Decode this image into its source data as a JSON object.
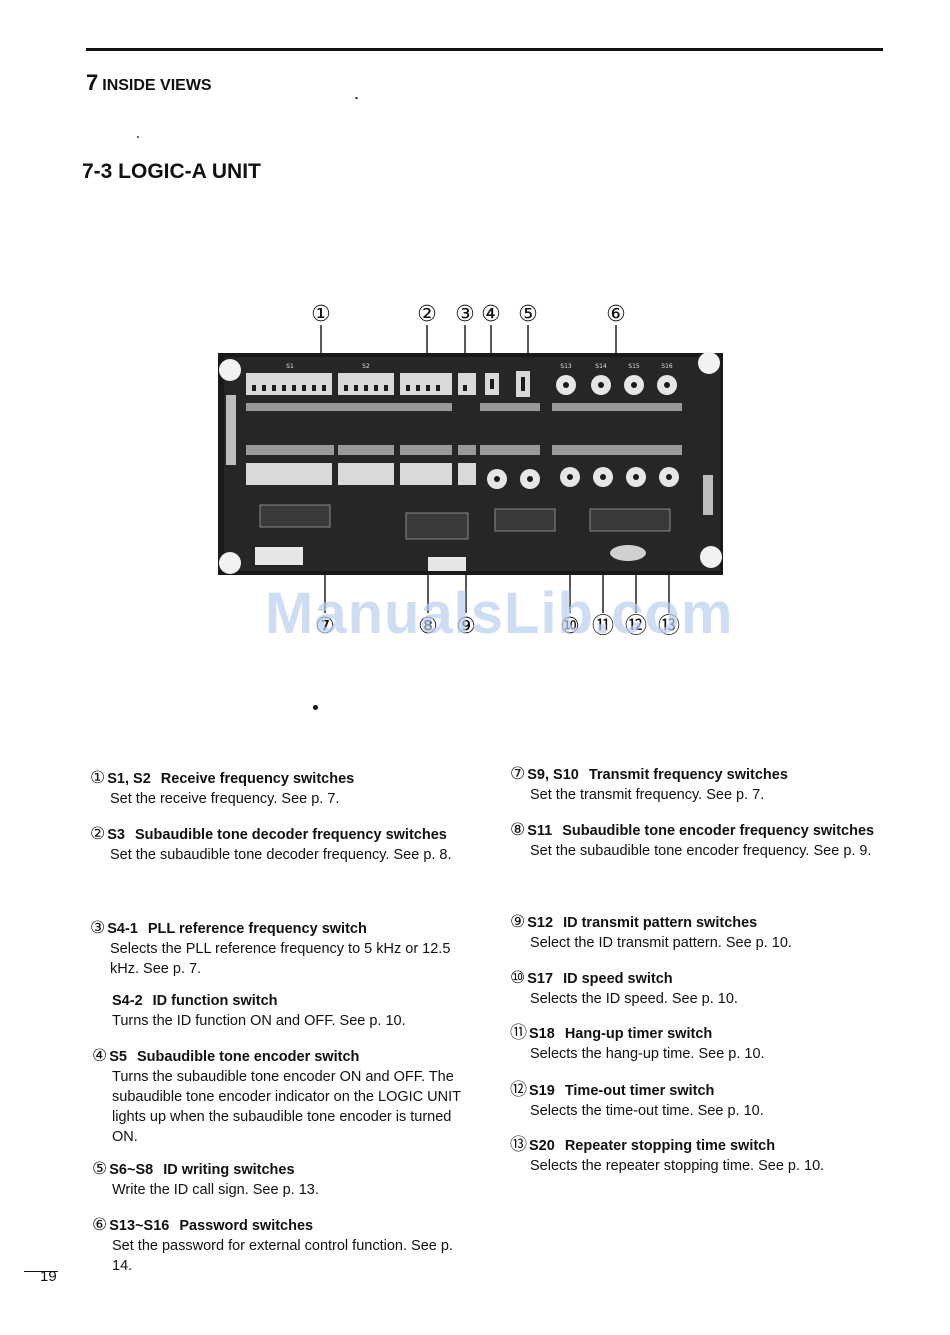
{
  "header": {
    "section_number": "7",
    "section_title": "INSIDE VIEWS"
  },
  "title": "7-3 LOGIC-A UNIT",
  "figure": {
    "top_callouts": [
      "①",
      "②",
      "③",
      "④",
      "⑤",
      "⑥"
    ],
    "bottom_callouts": [
      "⑦",
      "⑧",
      "⑨",
      "⑩",
      "⑪",
      "⑫",
      "⑬"
    ],
    "board_labels": [
      "S1",
      "S2",
      "S13",
      "S14",
      "S15",
      "S16"
    ],
    "watermark": "ManualsLib.com"
  },
  "left_items": [
    {
      "num": "①",
      "id": "S1, S2",
      "title": "Receive frequency switches",
      "desc": "Set the receive frequency.  See p. 7."
    },
    {
      "num": "②",
      "id": "S3",
      "title": "Subaudible tone decoder frequency switches",
      "desc": "Set the subaudible tone decoder frequency.  See p. 8."
    },
    {
      "num": "③",
      "id": "S4-1",
      "title": "PLL reference frequency switch",
      "desc": "Selects the PLL reference frequency to 5 kHz or 12.5 kHz.  See p. 7."
    },
    {
      "num": "",
      "id": "S4-2",
      "title": "ID function switch",
      "desc": "Turns the ID function ON and OFF.  See p. 10."
    },
    {
      "num": "④",
      "id": "S5",
      "title": "Subaudible tone encoder switch",
      "desc": "Turns the subaudible tone encoder ON and OFF. The subaudible tone encoder indicator on the LOGIC UNIT lights up when the subaudible tone encoder is turned ON."
    },
    {
      "num": "⑤",
      "id": "S6~S8",
      "title": "ID writing switches",
      "desc": "Write the ID call sign.  See p. 13."
    },
    {
      "num": "⑥",
      "id": "S13~S16",
      "title": "Password switches",
      "desc": "Set the password for external control function.  See p. 14."
    }
  ],
  "right_items": [
    {
      "num": "⑦",
      "id": "S9, S10",
      "title": "Transmit frequency switches",
      "desc": "Set the transmit frequency.  See p. 7."
    },
    {
      "num": "⑧",
      "id": "S11",
      "title": "Subaudible tone encoder frequency switches",
      "desc": "Set the subaudible tone encoder frequency.  See p. 9."
    },
    {
      "num": "⑨",
      "id": "S12",
      "title": "ID transmit pattern switches",
      "desc": "Select the ID transmit pattern.  See p. 10."
    },
    {
      "num": "⑩",
      "id": "S17",
      "title": "ID speed switch",
      "desc": "Selects the ID speed.  See p. 10."
    },
    {
      "num": "⑪",
      "id": "S18",
      "title": "Hang-up timer switch",
      "desc": "Selects the hang-up time.  See p. 10."
    },
    {
      "num": "⑫",
      "id": "S19",
      "title": "Time-out timer switch",
      "desc": "Selects the time-out time.  See p. 10."
    },
    {
      "num": "⑬",
      "id": "S20",
      "title": "Repeater stopping time switch",
      "desc": "Selects the repeater stopping time.  See p. 10."
    }
  ],
  "page_number": "19"
}
